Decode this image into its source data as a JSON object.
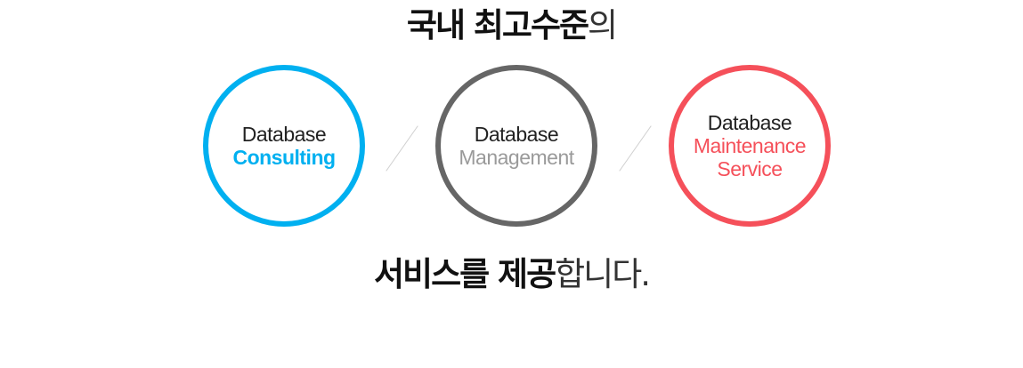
{
  "headline_top": {
    "strong": "국내 최고수준",
    "light": "의"
  },
  "circles": [
    {
      "line1": "Database",
      "line2": "Consulting",
      "color": "#00b0f0"
    },
    {
      "line1": "Database",
      "line2": "Management",
      "color": "#666666"
    },
    {
      "line1": "Database",
      "line2a": "Maintenance",
      "line2b": "Service",
      "color": "#f5505a"
    }
  ],
  "headline_bottom": {
    "strong": "서비스를 제공",
    "light": "합니다."
  }
}
